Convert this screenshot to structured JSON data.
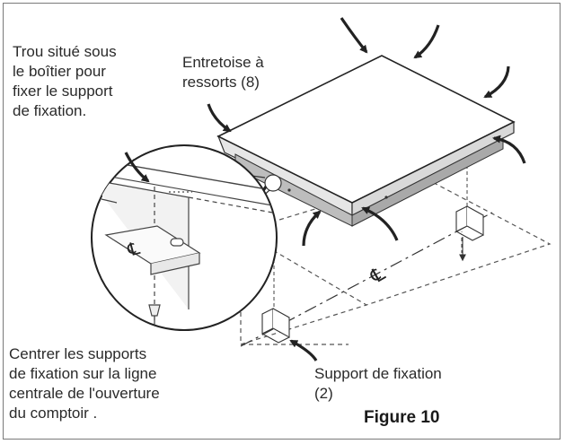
{
  "labels": {
    "hole_under_box": [
      "Trou situé sous",
      "le boîtier pour",
      "fixer le support",
      "de fixation."
    ],
    "spring_spacer": [
      "Entretoise à",
      "ressorts (8)"
    ],
    "center_supports": [
      "Centrer les supports",
      "de fixation sur la ligne",
      "centrale de l'ouverture",
      "du comptoir ."
    ],
    "mounting_bracket": [
      "Support de fixation",
      "(2)"
    ]
  },
  "figure_title": "Figure 10",
  "centerline_symbol": "℄",
  "colors": {
    "line": "#333333",
    "arrow": "#222222",
    "panel": "#ffffff",
    "frame": "#7a7a7a"
  }
}
